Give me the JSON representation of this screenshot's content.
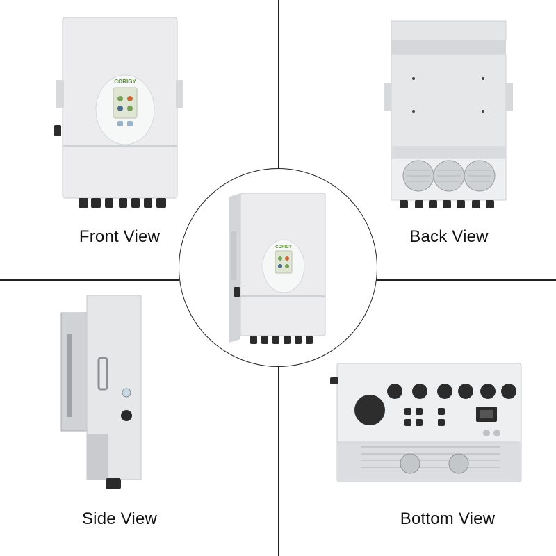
{
  "views": {
    "front": {
      "label": "Front View"
    },
    "back": {
      "label": "Back View"
    },
    "side": {
      "label": "Side View"
    },
    "bottom": {
      "label": "Bottom View"
    }
  },
  "display_brand": "CORIGY",
  "colors": {
    "housing": "#e9eaec",
    "housing_shade": "#d4d6d9",
    "connector": "#2a2a2a",
    "screen_bezel": "#f2f3f4",
    "screen": "#a7b98f"
  }
}
